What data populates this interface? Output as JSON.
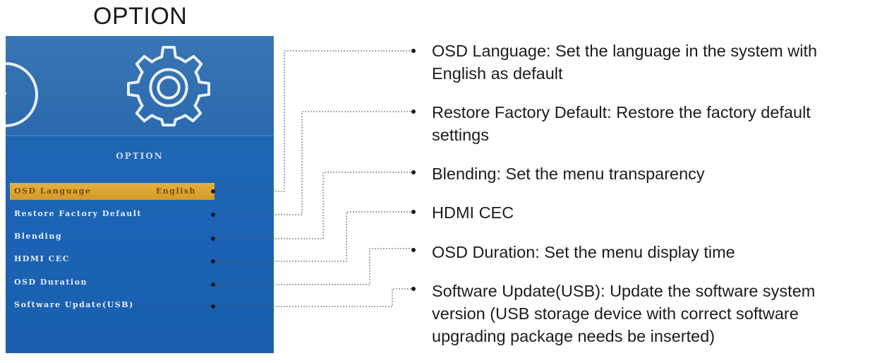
{
  "page": {
    "title": "OPTION"
  },
  "screen": {
    "menu_title": "OPTION",
    "items": [
      {
        "label": "OSD Language",
        "value": "English"
      },
      {
        "label": "Restore Factory Default",
        "value": ""
      },
      {
        "label": "Blending",
        "value": ""
      },
      {
        "label": "HDMI CEC",
        "value": ""
      },
      {
        "label": "OSD Duration",
        "value": ""
      },
      {
        "label": "Software Update(USB)",
        "value": ""
      }
    ],
    "icons": [
      "gear-icon"
    ]
  },
  "callouts": [
    "OSD Language: Set the language in the system with English as default",
    "Restore Factory Default: Restore the factory default settings",
    "Blending: Set the menu transparency",
    "HDMI CEC",
    "OSD Duration: Set the menu display time",
    "Software Update(USB): Update the software system version (USB storage device with correct software upgrading package needs be inserted)"
  ],
  "colors": {
    "menu_background": "#1c63b5",
    "selected_highlight": "#d9a52f",
    "connector": "#333333"
  }
}
